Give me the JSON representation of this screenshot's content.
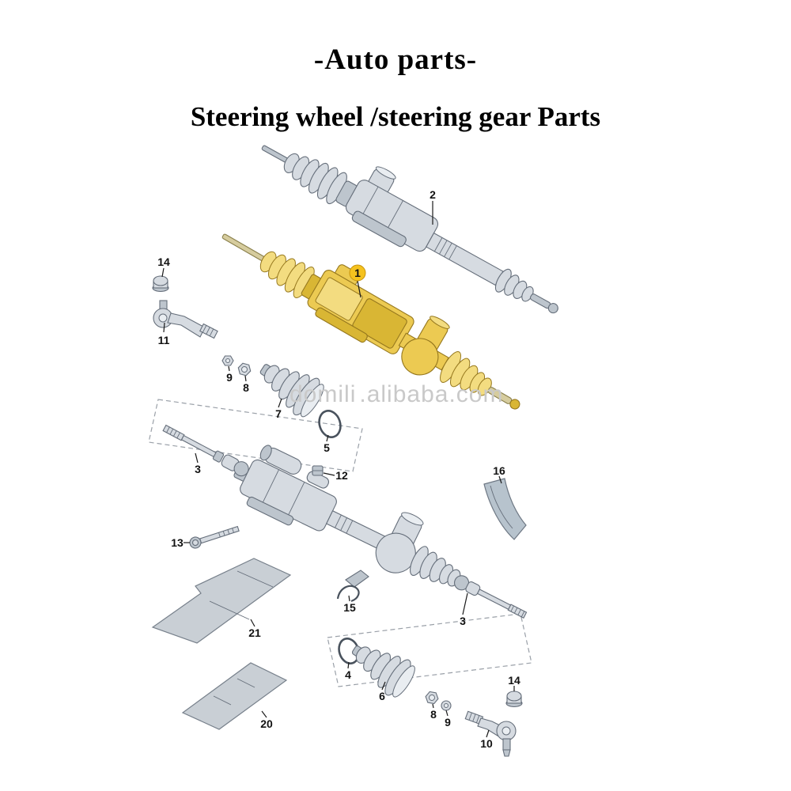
{
  "header": {
    "title": "-Auto parts-",
    "subtitle": "Steering wheel /steering gear Parts"
  },
  "watermark": {
    "left": "domili",
    "right": ".alibaba.com"
  },
  "colors": {
    "highlight_part": "#ecca52",
    "metal_part": "#d6dbe1",
    "callout_circle": "#f5c21e"
  },
  "diagram": {
    "labels": {
      "n1": "1",
      "n2": "2",
      "n3": "3",
      "n4": "4",
      "n5": "5",
      "n6": "6",
      "n7": "7",
      "n8": "8",
      "n9": "9",
      "n10": "10",
      "n11": "11",
      "n12": "12",
      "n13": "13",
      "n14": "14",
      "n15": "15",
      "n16": "16",
      "n20": "20",
      "n21": "21"
    }
  }
}
